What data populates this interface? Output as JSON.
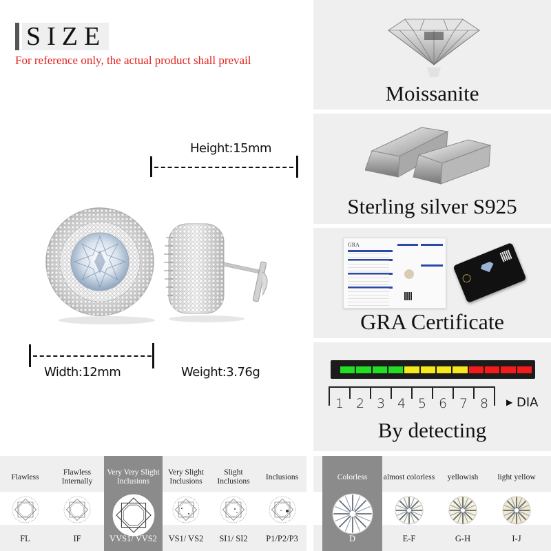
{
  "size_panel": {
    "heading": "SIZE",
    "note": "For reference only, the actual product shall prevail",
    "height_label": "Height:15mm",
    "width_label": "Width:12mm",
    "weight_label": "Weight:3.76g",
    "image_alt": "Pair of round halo moissanite stud earrings in sterling silver with screw backs",
    "note_color": "#e0241f"
  },
  "features": [
    {
      "title": "Moissanite",
      "image": "diamond-image"
    },
    {
      "title": "Sterling silver S925",
      "image": "silver-bars-image"
    },
    {
      "title": "GRA Certificate",
      "image": "gra-certificate-image",
      "cert_brand": "GRA"
    },
    {
      "title": "By detecting",
      "image": "diamond-tester-image"
    }
  ],
  "tester": {
    "segments": [
      "#22dd22",
      "#22dd22",
      "#22dd22",
      "#22dd22",
      "#f7e81c",
      "#f7e81c",
      "#f7e81c",
      "#f7e81c",
      "#f51b1b",
      "#f51b1b",
      "#f51b1b",
      "#f51b1b"
    ],
    "scale": [
      "1",
      "2",
      "3",
      "4",
      "5",
      "6",
      "7",
      "8"
    ],
    "end_label": "DIA",
    "arrow": "▶"
  },
  "clarity": {
    "columns": [
      {
        "label": "Flawless",
        "code": "FL",
        "active": false
      },
      {
        "label": "Flawless Internally",
        "code": "IF",
        "active": false
      },
      {
        "label": "Very Very Slight Inclusions",
        "code": "VVS1/ VVS2",
        "active": true
      },
      {
        "label": "Very Slight Inclusions",
        "code": "VS1/ VS2",
        "active": false
      },
      {
        "label": "Slight Inclusions",
        "code": "SI1/ SI2",
        "active": false
      },
      {
        "label": "Inclusions",
        "code": "P1/P2/P3",
        "active": false
      }
    ]
  },
  "color_grade": {
    "columns": [
      {
        "label": "Colorless",
        "code": "D",
        "active": true,
        "tint": "#ffffff"
      },
      {
        "label": "almost colorless",
        "code": "E-F",
        "active": false,
        "tint": "#fbfaf2"
      },
      {
        "label": "yellowish",
        "code": "G-H",
        "active": false,
        "tint": "#f6f2dc"
      },
      {
        "label": "light yellow",
        "code": "I-J",
        "active": false,
        "tint": "#f1ead0"
      }
    ]
  },
  "colors": {
    "panel_bg": "#efefef",
    "active_col": "#8b8b8b",
    "meter_bg": "#1c1c1c"
  }
}
